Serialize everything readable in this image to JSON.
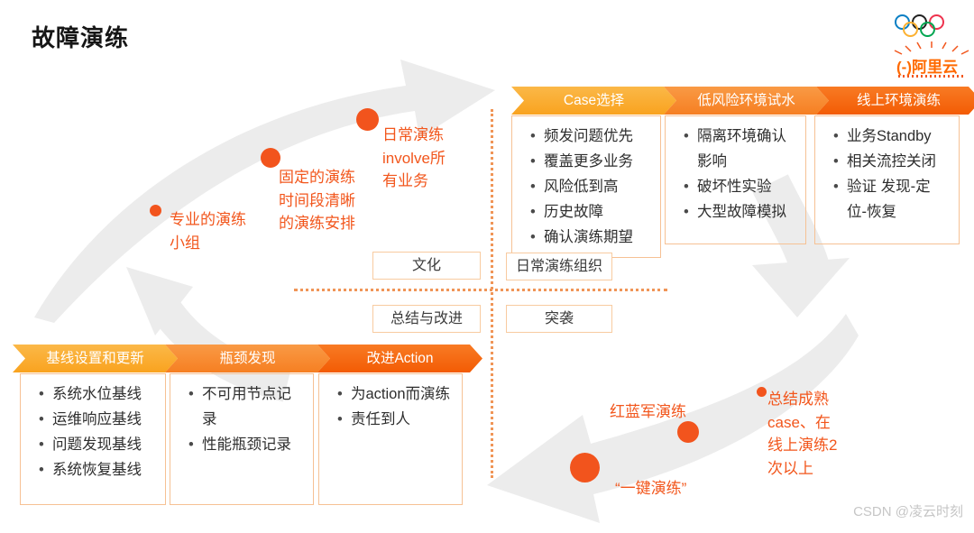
{
  "header": {
    "title": "故障演练"
  },
  "logo": {
    "brand": "(-)阿里云"
  },
  "maturity_path": {
    "milestones": [
      {
        "label": "专业的演练小组"
      },
      {
        "label": "固定的演练时间段清晰的演练安排"
      },
      {
        "label": "日常演练involve所有业务"
      }
    ]
  },
  "daily_drill_flow": {
    "stages": [
      {
        "title": "Case选择",
        "items": [
          "频发问题优先",
          "覆盖更多业务",
          "风险低到高",
          "历史故障",
          "确认演练期望"
        ]
      },
      {
        "title": "低风险环境试水",
        "items": [
          "隔离环境确认影响",
          "破坏性实验",
          "大型故障模拟"
        ]
      },
      {
        "title": "线上环境演练",
        "items": [
          "业务Standby",
          "相关流控关闭",
          "验证 发现-定位-恢复"
        ]
      }
    ]
  },
  "quadrants": {
    "culture": "文化",
    "daily_org": "日常演练组织",
    "summary": "总结与改进",
    "surprise": "突袭"
  },
  "improvement_flow": {
    "stages": [
      {
        "title": "基线设置和更新",
        "items": [
          "系统水位基线",
          "运维响应基线",
          "问题发现基线",
          "系统恢复基线"
        ]
      },
      {
        "title": "瓶颈发现",
        "items": [
          "不可用节点记录",
          "性能瓶颈记录"
        ]
      },
      {
        "title": "改进Action",
        "items": [
          "为action而演练",
          "责任到人"
        ]
      }
    ]
  },
  "advanced_path": {
    "milestones": [
      {
        "label": "总结成熟case、在线上演练2次以上"
      },
      {
        "label": "红蓝军演练"
      },
      {
        "label": "“一键演练”"
      }
    ]
  },
  "watermark": "CSDN @凌云时刻",
  "colors": {
    "accent": "#FF6A00",
    "stage_amber": "#FAA92C",
    "stage_orange": "#F78A2E",
    "stage_deep": "#F5680C",
    "milestone_dot": "#F2541D",
    "dotted_divider": "#F09557",
    "gray_arrow": "#ECECEC"
  }
}
